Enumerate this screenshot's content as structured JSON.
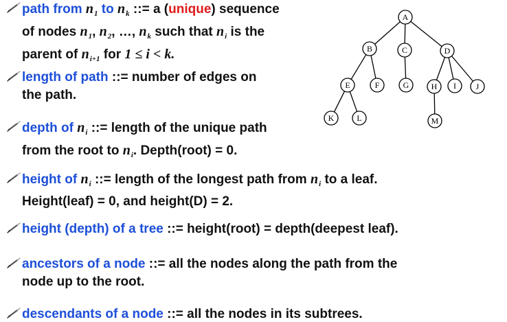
{
  "defs": {
    "path": {
      "term": "path from",
      "n": "n",
      "sub1": "1",
      "to": "to",
      "subk": "k",
      "assign": "::= a (",
      "unique": "unique",
      "rest1": ") sequence",
      "line2a": "of nodes",
      "line2b": ",",
      "line2c": ", …,",
      "sub2": "2",
      "line2d": "such that",
      "subi": "i",
      "line2e": "is the",
      "line3a": "parent of",
      "subi1": "i+1",
      "line3b": "for",
      "cond": "1 ≤ i < k."
    },
    "length": {
      "term": "length of path",
      "line1": "::= number of edges on",
      "line2": "the path."
    },
    "depth": {
      "term": "depth of",
      "n": "n",
      "sub": "i",
      "line1": "::= length of the unique path",
      "line2a": "from the root to",
      "line2b": ".   Depth(root) = 0."
    },
    "height": {
      "term": "height of",
      "n": "n",
      "sub": "i",
      "line1a": "::= length of the longest path from",
      "line1b": "to a leaf.",
      "line2": "Height(leaf) = 0, and height(D) = 2."
    },
    "tree_height": {
      "term": "height (depth) of a tree",
      "line1": "::= height(root) = depth(deepest leaf)."
    },
    "ancestors": {
      "term": "ancestors of a node",
      "line1": "::= all the nodes along the path from the",
      "line2": "node up to the root."
    },
    "descendants": {
      "term": "descendants of a node",
      "line1": "::= all the nodes in its subtrees."
    }
  },
  "tree": {
    "nodes": [
      "A",
      "B",
      "C",
      "D",
      "E",
      "F",
      "G",
      "H",
      "I",
      "J",
      "K",
      "L",
      "M"
    ]
  },
  "colors": {
    "term": "#1d4fd8",
    "emphasis": "#e01b1b",
    "text": "#111111"
  }
}
